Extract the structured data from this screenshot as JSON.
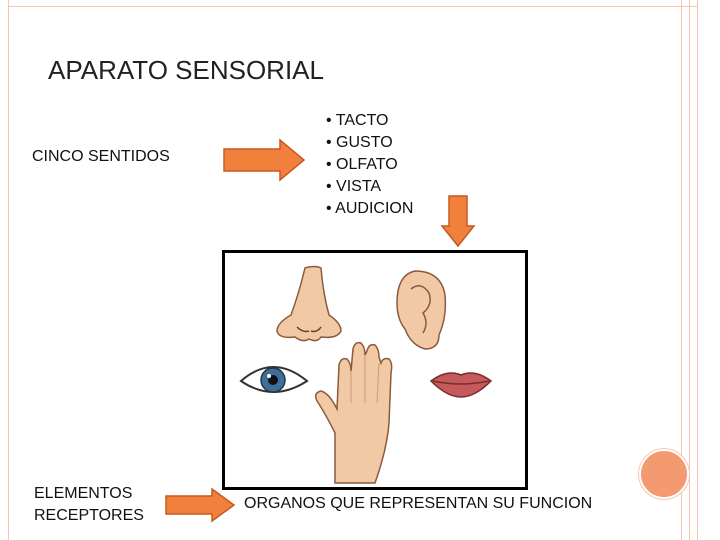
{
  "slide": {
    "title": "APARATO SENSORIAL",
    "row1_label": "CINCO SENTIDOS",
    "senses": [
      "• TACTO",
      "• GUSTO",
      "• OLFATO",
      "• VISTA",
      "• AUDICION"
    ],
    "row2_label_line1": "ELEMENTOS",
    "row2_label_line2": "RECEPTORES",
    "row2_result": "ORGANOS QUE REPRESENTAN SU FUNCION",
    "image_icons": [
      "nose-icon",
      "ear-icon",
      "eye-icon",
      "lips-icon",
      "hand-icon"
    ]
  },
  "colors": {
    "arrow_fill": "#f0803c",
    "arrow_stroke": "#c55a1e",
    "frame": "#f4c7b3",
    "accent_dot": "#f39a70"
  }
}
